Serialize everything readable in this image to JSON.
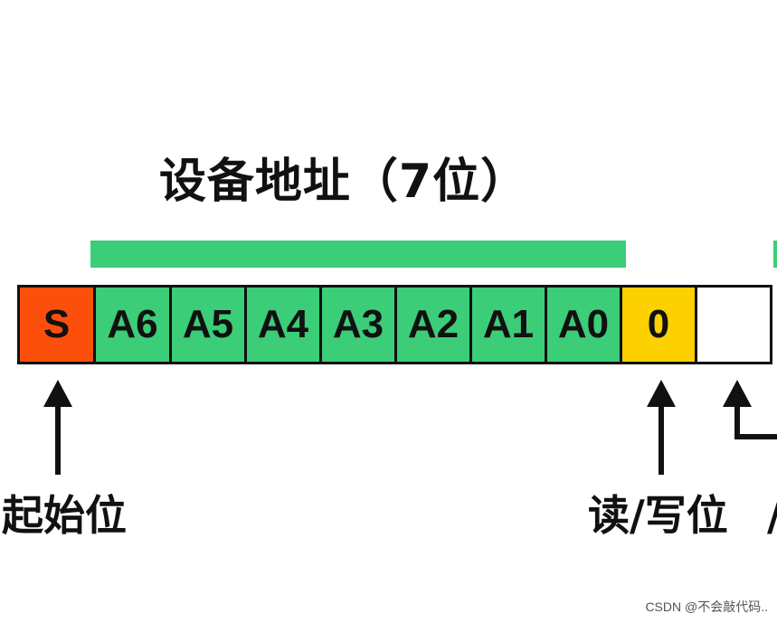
{
  "title": "设备地址（7位）",
  "bits": [
    {
      "label": "S",
      "color": "#fc4f0c"
    },
    {
      "label": "A6",
      "color": "#3bcd78"
    },
    {
      "label": "A5",
      "color": "#3bcd78"
    },
    {
      "label": "A4",
      "color": "#3bcd78"
    },
    {
      "label": "A3",
      "color": "#3bcd78"
    },
    {
      "label": "A2",
      "color": "#3bcd78"
    },
    {
      "label": "A1",
      "color": "#3bcd78"
    },
    {
      "label": "A0",
      "color": "#3bcd78"
    },
    {
      "label": "0",
      "color": "#fdd000"
    },
    {
      "label": "",
      "color": "#ffffff"
    }
  ],
  "labels": {
    "start_bit": "起始位",
    "rw_bit": "读/写位",
    "cut_off": "/"
  },
  "watermark": "CSDN @不会敲代码.."
}
